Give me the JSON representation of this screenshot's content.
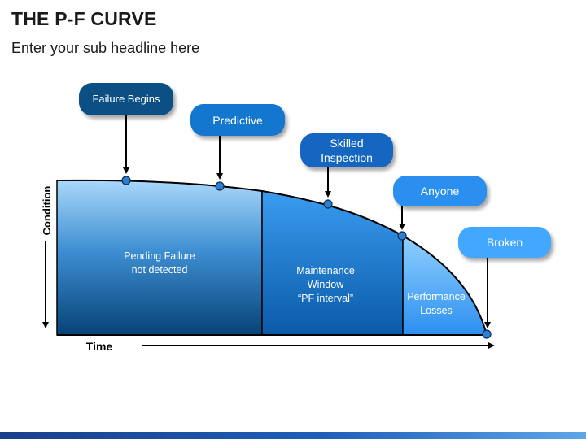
{
  "slide": {
    "title": "THE P-F CURVE",
    "subtitle": "Enter your sub headline here"
  },
  "axes": {
    "y_label": "Condition",
    "x_label": "Time"
  },
  "regions": {
    "pending_line1": "Pending Failure",
    "pending_line2": "not detected",
    "maint_line1": "Maintenance",
    "maint_line2": "Window",
    "maint_line3": "“PF interval”",
    "perf_line1": "Performance",
    "perf_line2": "Losses"
  },
  "callouts": {
    "failure_begins": "Failure Begins",
    "predictive": "Predictive",
    "skilled_line1": "Skilled",
    "skilled_line2": "Inspection",
    "anyone": "Anyone",
    "broken": "Broken"
  },
  "colors": {
    "dark_blue": "#0b4f85",
    "mid_blue": "#1477cf",
    "light_blue": "#2b8ff0",
    "pale_blue": "#42a7ff",
    "point_fill": "#2e7fd0"
  }
}
